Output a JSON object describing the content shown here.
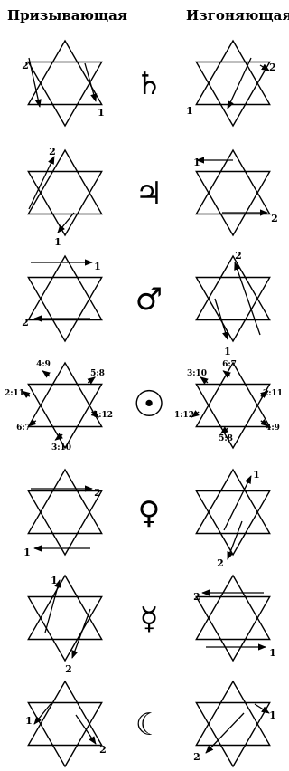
{
  "headers": {
    "invoking": "Призывающая",
    "banishing": "Изгоняющая"
  },
  "rows": [
    {
      "planet": "saturn",
      "symbol": "♄",
      "invoking_labels": [
        "2",
        "1"
      ],
      "banishing_labels": [
        "1",
        "2"
      ]
    },
    {
      "planet": "jupiter",
      "symbol": "♃",
      "invoking_labels": [
        "2",
        "1"
      ],
      "banishing_labels": [
        "1",
        "2"
      ]
    },
    {
      "planet": "mars",
      "symbol": "♂",
      "invoking_labels": [
        "1",
        "2"
      ],
      "banishing_labels": [
        "2",
        "1"
      ]
    },
    {
      "planet": "sun",
      "symbol": "☉",
      "invoking_labels": [
        "4:9",
        "5:8",
        "2:11",
        "1:12",
        "6:7",
        "3:10"
      ],
      "banishing_labels": [
        "6:7",
        "3:10",
        "2:11",
        "1:12",
        "5:8",
        "4:9"
      ]
    },
    {
      "planet": "venus",
      "symbol": "♀",
      "invoking_labels": [
        "2",
        "1"
      ],
      "banishing_labels": [
        "1",
        "2"
      ]
    },
    {
      "planet": "mercury",
      "symbol": "☿",
      "invoking_labels": [
        "1",
        "2"
      ],
      "banishing_labels": [
        "2",
        "1"
      ]
    },
    {
      "planet": "moon",
      "symbol": "☾",
      "invoking_labels": [
        "1",
        "2"
      ],
      "banishing_labels": [
        "2",
        "1"
      ]
    }
  ]
}
